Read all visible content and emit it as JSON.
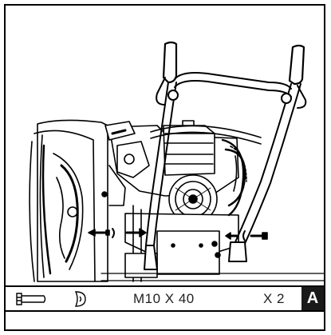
{
  "parts": {
    "fastener_spec": "M10 X 40",
    "quantity": "X 2",
    "step_letter": "A",
    "bolt_icon": "bolt-icon",
    "washer_icon": "washer-icon"
  }
}
